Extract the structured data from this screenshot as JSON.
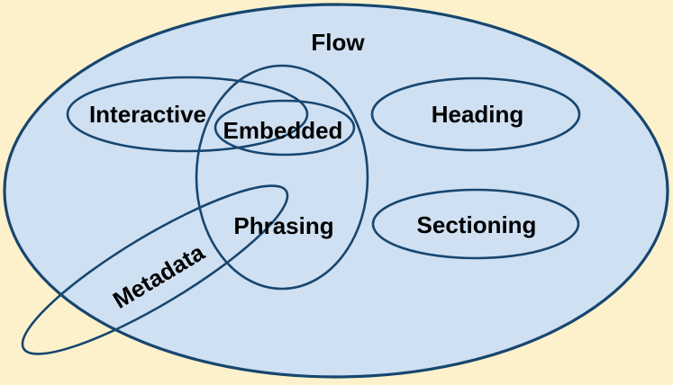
{
  "diagram": {
    "kind": "euler-venn",
    "colors": {
      "bg": "#FDF1CC",
      "fill": "#CFE0F2",
      "stroke": "#17466F",
      "text": "#000000"
    },
    "sets": {
      "flow": {
        "label": "Flow"
      },
      "interactive": {
        "label": "Interactive"
      },
      "embedded": {
        "label": "Embedded"
      },
      "heading": {
        "label": "Heading"
      },
      "phrasing": {
        "label": "Phrasing"
      },
      "sectioning": {
        "label": "Sectioning"
      },
      "metadata": {
        "label": "Metadata"
      }
    }
  }
}
